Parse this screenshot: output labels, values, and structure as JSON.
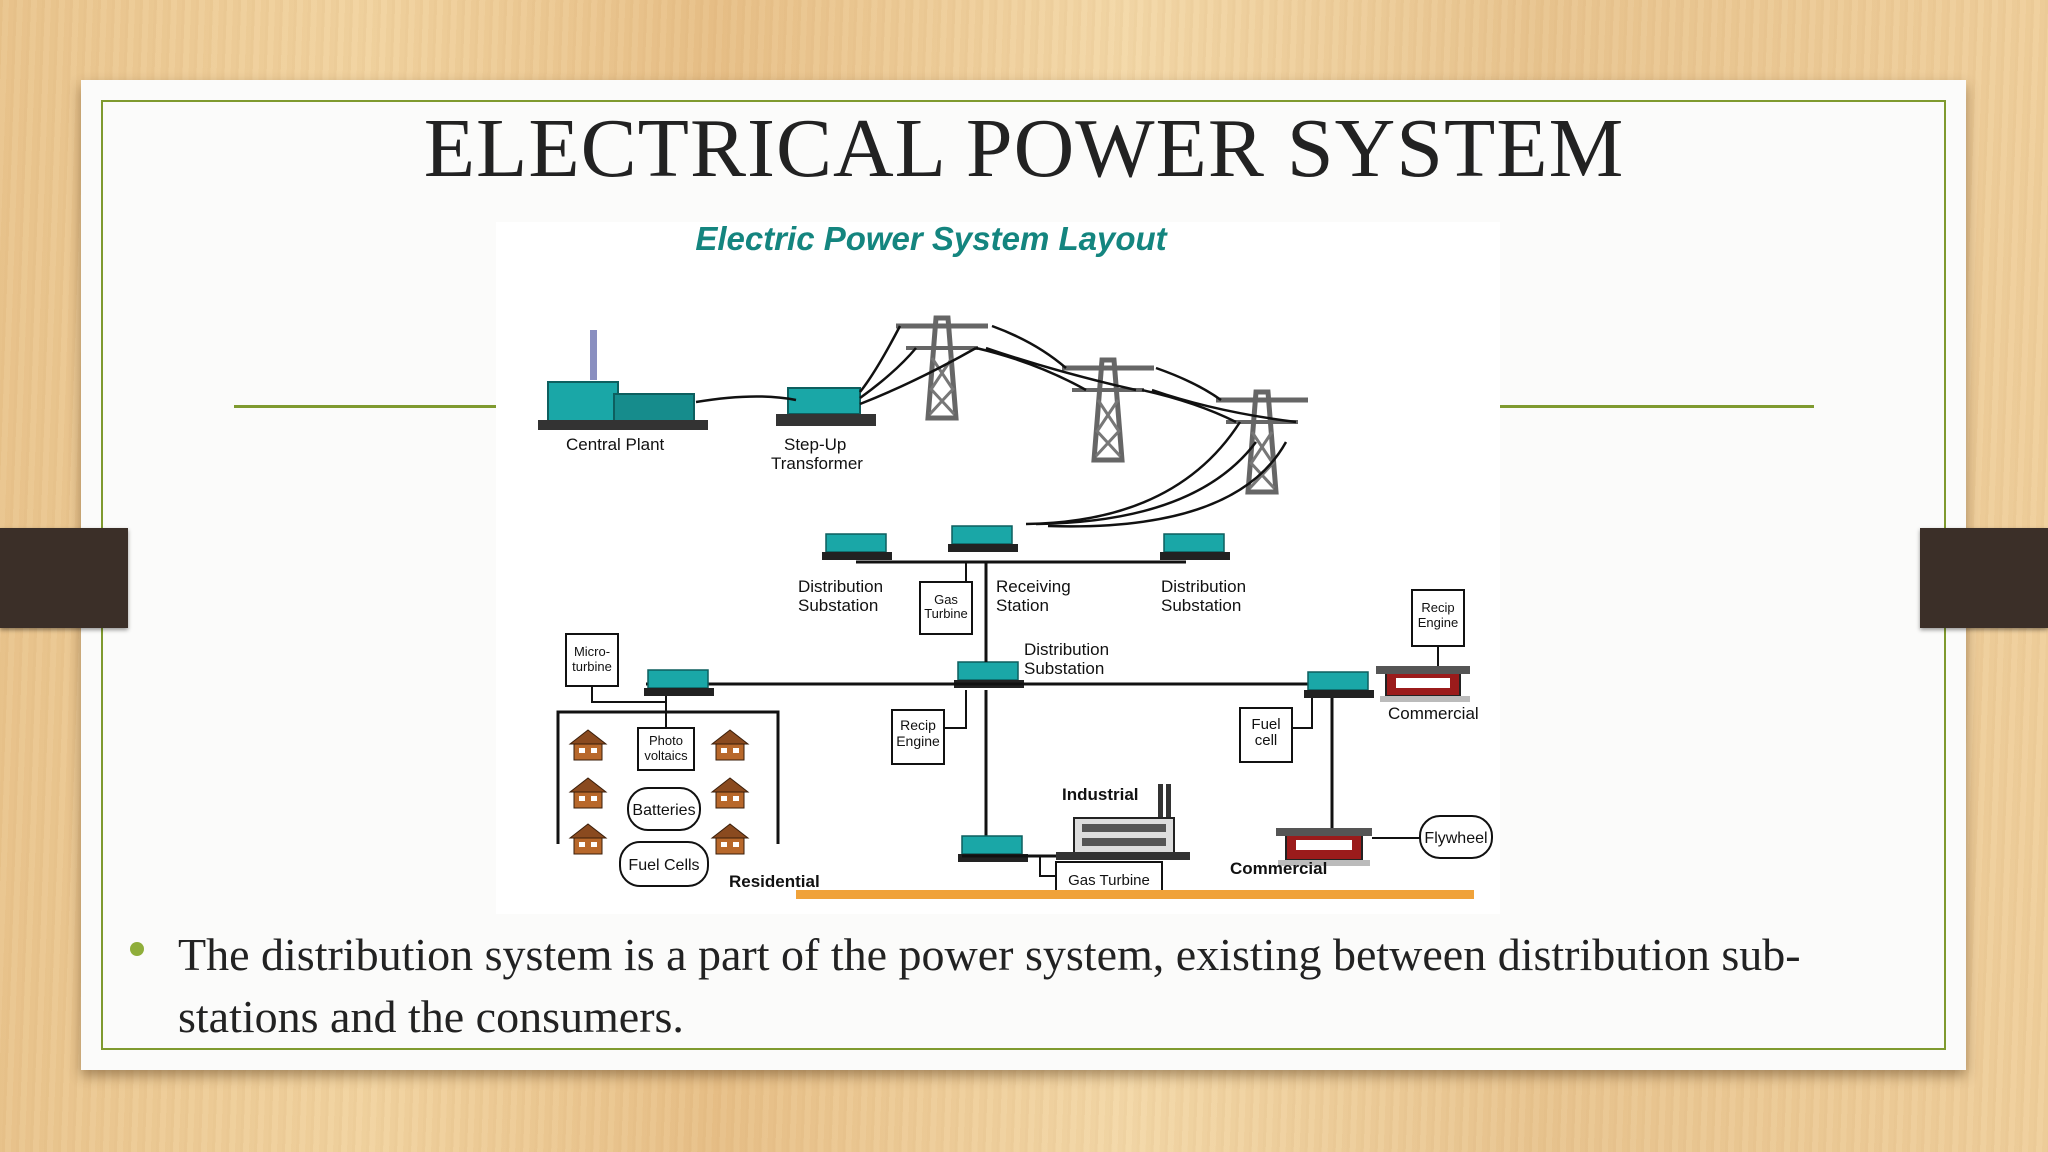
{
  "slide": {
    "title": "ELECTRICAL POWER SYSTEM",
    "bullet": "The distribution system is a part of the power system, existing between distribution sub-stations and the consumers.",
    "colors": {
      "accent": "#7f9a2f",
      "bullet": "#8fae3a",
      "equipment": "#1aa7a7",
      "diagram_title": "#14857f",
      "ground_line": "#f0a23a"
    }
  },
  "diagram": {
    "title": "Electric Power System Layout",
    "labels": {
      "central_plant": "Central Plant",
      "step_up_1": "Step-Up",
      "step_up_2": "Transformer",
      "dist_sub_left_1": "Distribution",
      "dist_sub_left_2": "Substation",
      "gas_turbine_small_1": "Gas",
      "gas_turbine_small_2": "Turbine",
      "receiving_1": "Receiving",
      "receiving_2": "Station",
      "dist_sub_right_1": "Distribution",
      "dist_sub_right_2": "Substation",
      "dist_sub_center_1": "Distribution",
      "dist_sub_center_2": "Substation",
      "recip_top_1": "Recip",
      "recip_top_2": "Engine",
      "commercial_top": "Commercial",
      "microturbine_1": "Micro-",
      "microturbine_2": "turbine",
      "photovoltaics_1": "Photo",
      "photovoltaics_2": "voltaics",
      "batteries": "Batteries",
      "fuel_cells": "Fuel Cells",
      "residential": "Residential",
      "recip_mid_1": "Recip",
      "recip_mid_2": "Engine",
      "fuel_cell_1": "Fuel",
      "fuel_cell_2": "cell",
      "industrial": "Industrial",
      "gas_turbine": "Gas Turbine",
      "commercial_bottom": "Commercial",
      "flywheel": "Flywheel"
    }
  }
}
